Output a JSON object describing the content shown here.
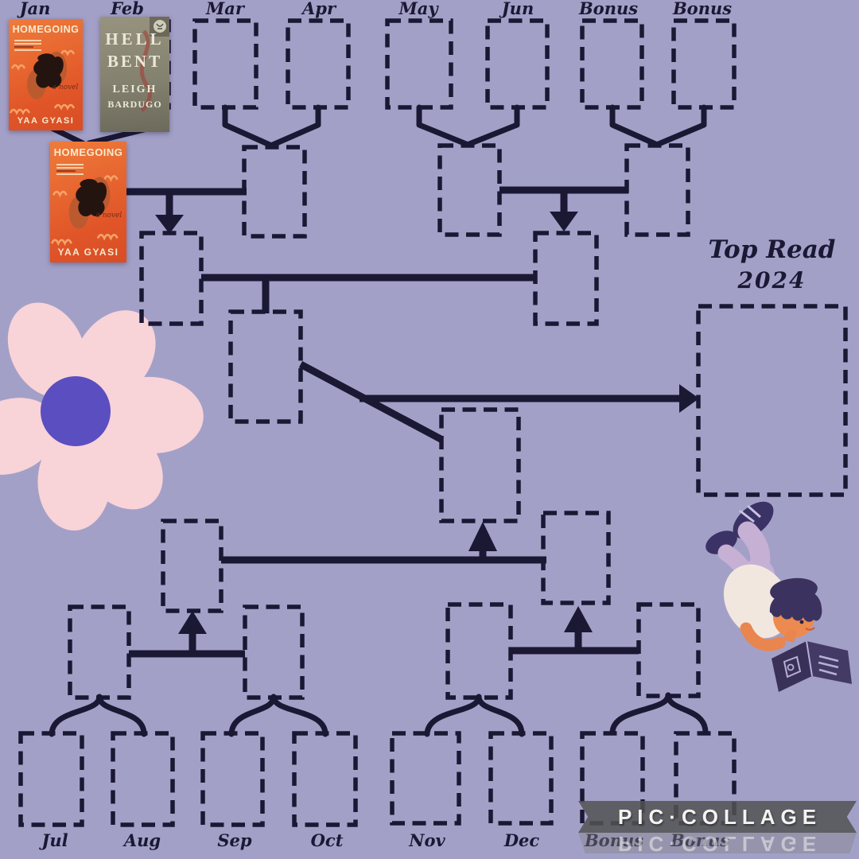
{
  "title": {
    "line1": "Top Read",
    "line2": "2024"
  },
  "labels": {
    "top": [
      "Jan",
      "Feb",
      "Mar",
      "Apr",
      "May",
      "Jun",
      "Bonus",
      "Bonus"
    ],
    "bottom": [
      "Jul",
      "Aug",
      "Sep",
      "Oct",
      "Nov",
      "Dec",
      "Bonus",
      "Bonus"
    ]
  },
  "books": {
    "homegoing": {
      "title": "HOMEGOING",
      "tagline": "a novel",
      "author": "YAA GYASI",
      "placements": [
        "jan-slot",
        "round2-left-winner-slot"
      ]
    },
    "hell_bent": {
      "title_line1": "HELL",
      "title_line2": "BENT",
      "author_line1": "LEIGH",
      "author_line2": "BARDUGO",
      "placements": [
        "feb-slot"
      ]
    }
  },
  "watermark": {
    "text": "PIC·COLLAGE"
  },
  "colors": {
    "background": "#a3a0c8",
    "bracket_lines": "#1b1834",
    "flower_petals": "#f8d3d8",
    "flower_center": "#5a4ec0",
    "homegoing_cover": "#e05528",
    "hell_bent_cover": "#84816f",
    "watermark_band": "#525254"
  }
}
